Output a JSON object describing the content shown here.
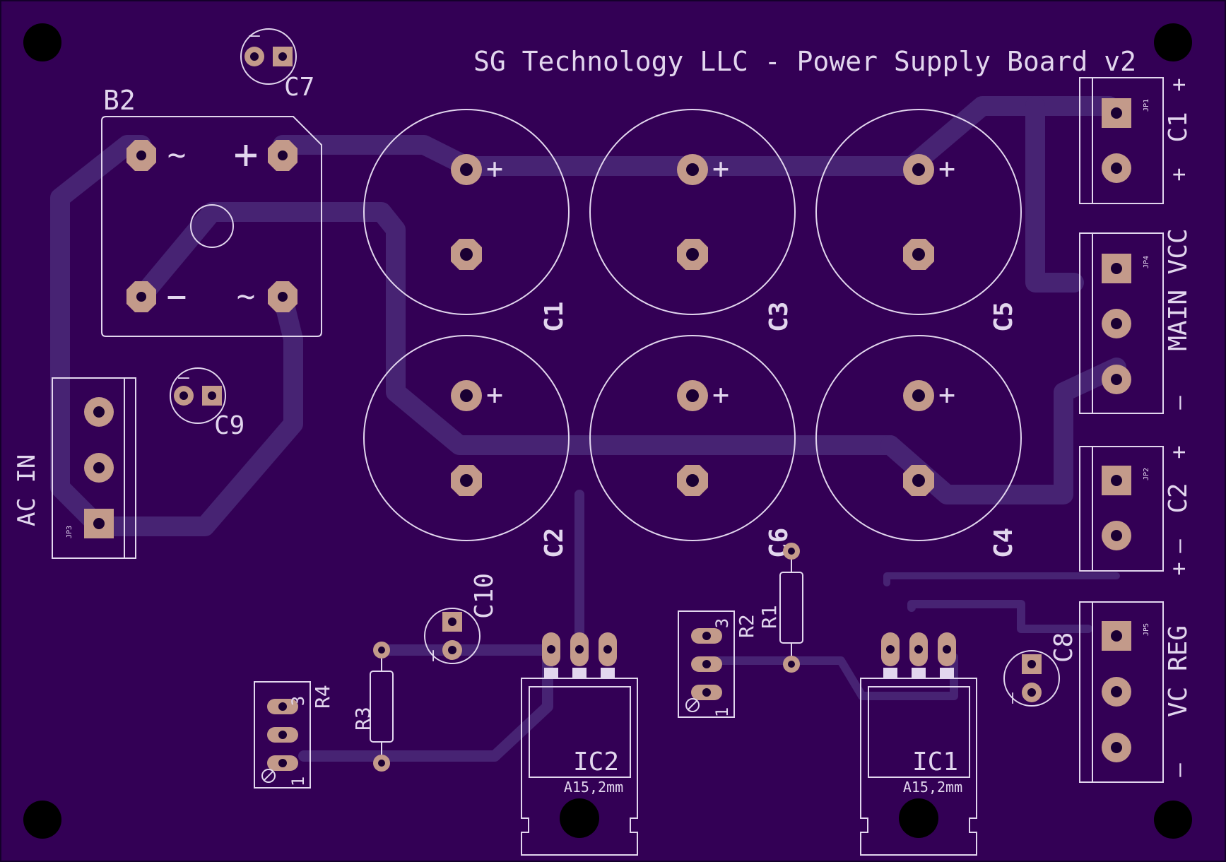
{
  "board_title": "SG Technology LLC - Power Supply Board v2",
  "colors": {
    "board": "#330055",
    "trace": "#472373",
    "silkscreen": "#e2d6ee",
    "pad": "#c39a8a",
    "mount_hole": "#000000"
  },
  "components": {
    "bridge": "B2",
    "ac_in": "AC IN",
    "c1": "C1",
    "c2": "C2",
    "c3": "C3",
    "c4": "C4",
    "c5": "C5",
    "c6": "C6",
    "c7": "C7",
    "c8": "C8",
    "c9": "C9",
    "c10": "C10",
    "ic1": "IC1",
    "ic2": "IC2",
    "r1": "R1",
    "r2": "R2",
    "r3": "R3",
    "r4": "R4",
    "jp1": "JP1",
    "jp2": "JP2",
    "jp3": "JP3",
    "jp4": "JP4",
    "jp5": "JP5",
    "heatsink_1": "A15,2mm",
    "heatsink_2": "A15,2mm"
  },
  "connector_labels": {
    "jp1_name": "C1",
    "jp4_name": "MAIN VCC",
    "jp2_name": "C2",
    "jp5_name": "VC REG"
  },
  "symbols": {
    "plus": "+",
    "minus": "−",
    "minus_short": "–",
    "tilde": "∼",
    "pin_one": "1",
    "pin_three": "3"
  }
}
